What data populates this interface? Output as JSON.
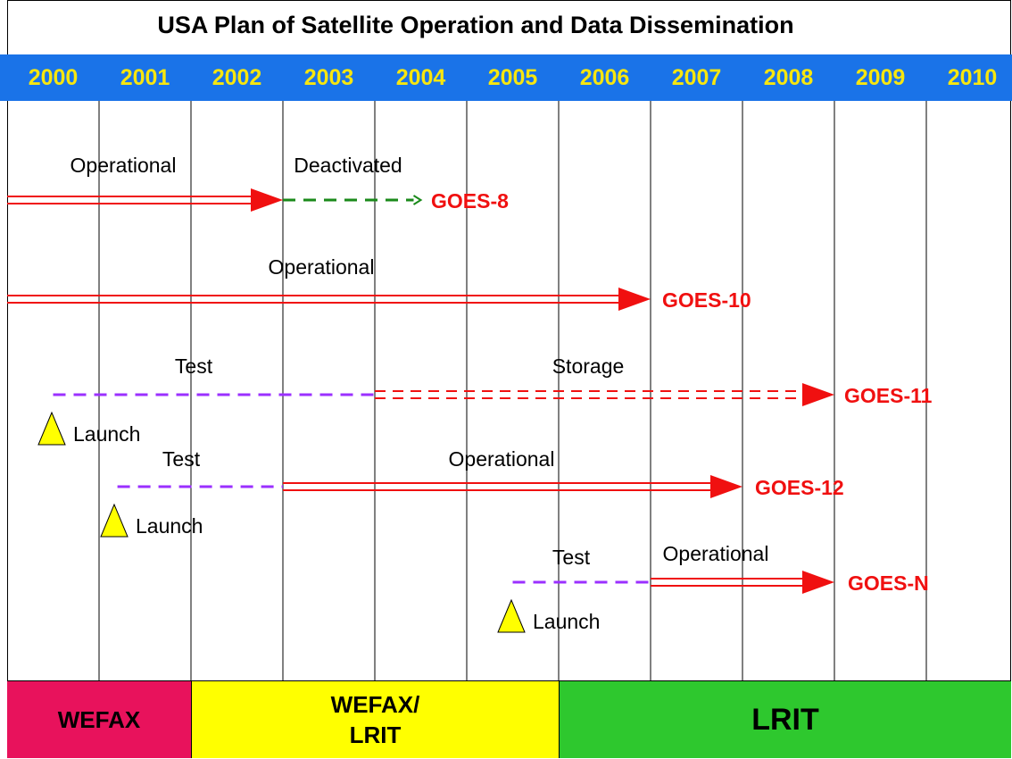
{
  "title": "USA Plan of Satellite Operation and Data Dissemination",
  "years": [
    "2000",
    "2001",
    "2002",
    "2003",
    "2004",
    "2005",
    "2006",
    "2007",
    "2008",
    "2009",
    "2010"
  ],
  "colors": {
    "year_bar": "#1a73e8",
    "year_text": "#f7e60f",
    "operational": "#f01010",
    "deactivated": "#1a8a1a",
    "test": "#9b30ff",
    "launch_marker": "#ffff00",
    "wefax": "#e8125c",
    "wefax_lrit": "#ffff00",
    "lrit": "#2ec82e"
  },
  "satellites": [
    {
      "name": "GOES-8",
      "segments": [
        {
          "status": "Operational",
          "from": 2000.0,
          "to": 2003.0
        },
        {
          "status": "Deactivated",
          "from": 2003.0,
          "to": 2004.5
        }
      ]
    },
    {
      "name": "GOES-10",
      "segments": [
        {
          "status": "Operational",
          "from": 2000.0,
          "to": 2007.0
        }
      ]
    },
    {
      "name": "GOES-11",
      "launch": "Launch",
      "segments": [
        {
          "status": "Test",
          "from": 2000.5,
          "to": 2004.0
        },
        {
          "status": "Storage",
          "from": 2004.0,
          "to": 2009.0
        }
      ]
    },
    {
      "name": "GOES-12",
      "launch": "Launch",
      "segments": [
        {
          "status": "Test",
          "from": 2001.2,
          "to": 2003.0
        },
        {
          "status": "Operational",
          "from": 2003.0,
          "to": 2008.0
        }
      ]
    },
    {
      "name": "GOES-N",
      "launch": "Launch",
      "segments": [
        {
          "status": "Test",
          "from": 2005.5,
          "to": 2007.0
        },
        {
          "status": "Operational",
          "from": 2007.0,
          "to": 2009.0
        }
      ]
    }
  ],
  "dissemination": [
    {
      "label": "WEFAX",
      "from": 2000,
      "to": 2002
    },
    {
      "label": "WEFAX/ LRIT",
      "from": 2002,
      "to": 2006
    },
    {
      "label": "LRIT",
      "from": 2006,
      "to": 2011
    }
  ]
}
